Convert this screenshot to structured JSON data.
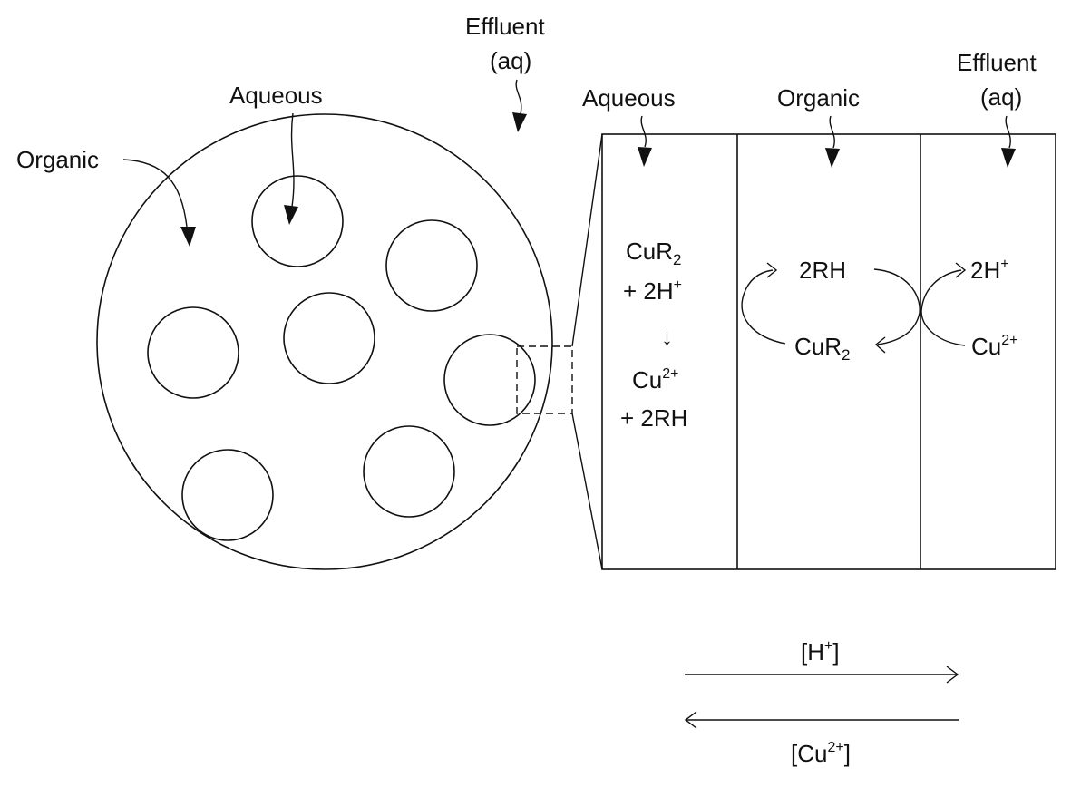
{
  "labels": {
    "organic_left": "Organic",
    "aqueous_left": "Aqueous",
    "effluent_top_line1": "Effluent",
    "effluent_top_line2": "(aq)",
    "aqueous_col": "Aqueous",
    "organic_col": "Organic",
    "effluent_col_line1": "Effluent",
    "effluent_col_line2": "(aq)"
  },
  "reaction": {
    "cur2_base": "CuR",
    "cur2_sub": "2",
    "plus_2h_base": "+ 2H",
    "plus_2h_sup": "+",
    "down_arrow": "↓",
    "cu_base": "Cu",
    "cu_sup": "2+",
    "plus_2rh": "+ 2RH"
  },
  "cycle": {
    "organic_top": "2RH",
    "organic_bottom_base": "CuR",
    "organic_bottom_sub": "2",
    "effluent_top_base": "2H",
    "effluent_top_sup": "+",
    "effluent_bottom_base": "Cu",
    "effluent_bottom_sup": "2+"
  },
  "gradients": {
    "h_base": "[H",
    "h_sup": "+",
    "h_close": "]",
    "cu_base": "[Cu",
    "cu_sup": "2+",
    "cu_close": "]"
  }
}
